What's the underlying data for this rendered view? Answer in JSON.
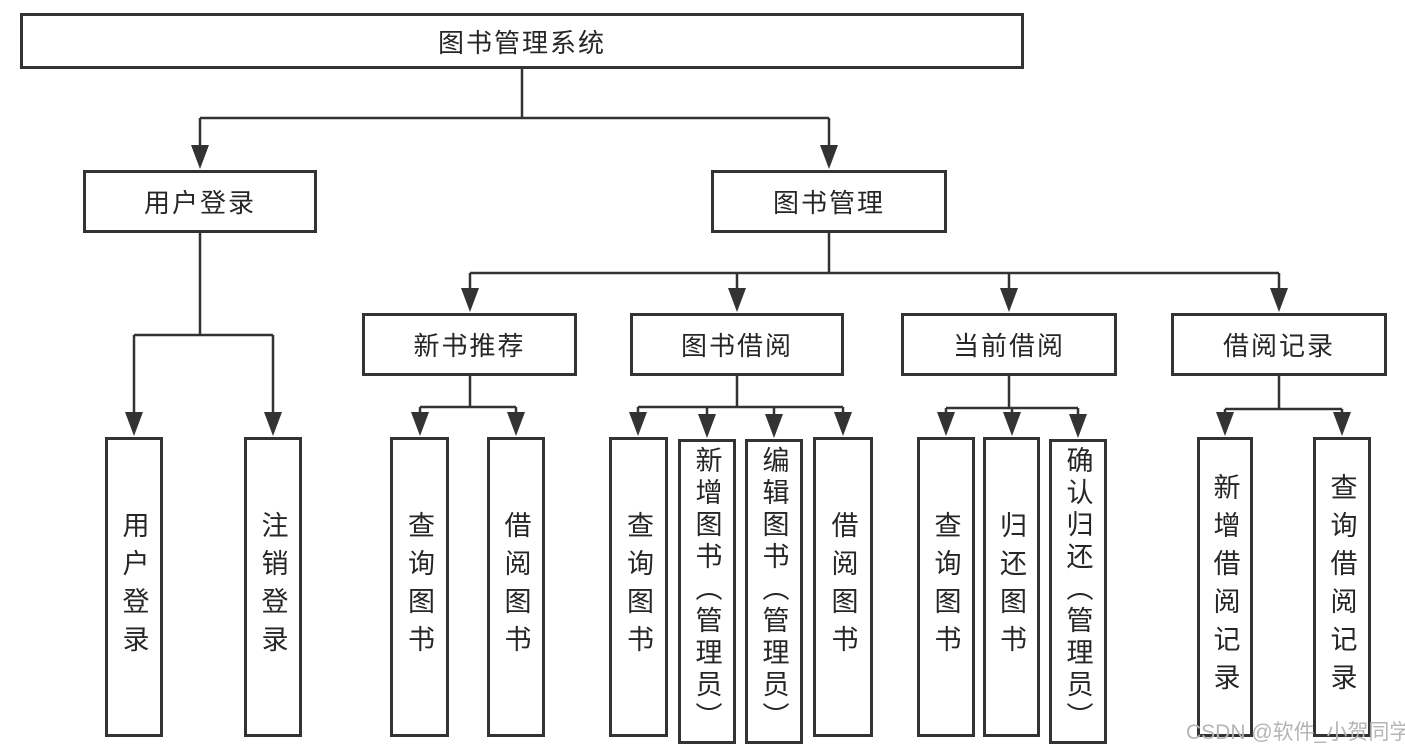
{
  "tree": {
    "root": {
      "label": "图书管理系统"
    },
    "branches": [
      {
        "label": "用户登录",
        "children": [
          {
            "label": "用户登录"
          },
          {
            "label": "注销登录"
          }
        ]
      },
      {
        "label": "图书管理",
        "groups": [
          {
            "label": "新书推荐",
            "children": [
              {
                "label": "查询图书"
              },
              {
                "label": "借阅图书"
              }
            ]
          },
          {
            "label": "图书借阅",
            "children": [
              {
                "label": "查询图书"
              },
              {
                "label": "新增图书（管理员）"
              },
              {
                "label": "编辑图书（管理员）"
              },
              {
                "label": "借阅图书"
              }
            ]
          },
          {
            "label": "当前借阅",
            "children": [
              {
                "label": "查询图书"
              },
              {
                "label": "归还图书"
              },
              {
                "label": "确认归还（管理员）"
              }
            ]
          },
          {
            "label": "借阅记录",
            "children": [
              {
                "label": "新增借阅记录"
              },
              {
                "label": "查询借阅记录"
              }
            ]
          }
        ]
      }
    ]
  },
  "watermark": {
    "text": "CSDN @软件_小贺同学"
  },
  "colors": {
    "line": "#333333",
    "text": "#262626",
    "background": "#ffffff",
    "watermark": "#b5b5b5"
  }
}
